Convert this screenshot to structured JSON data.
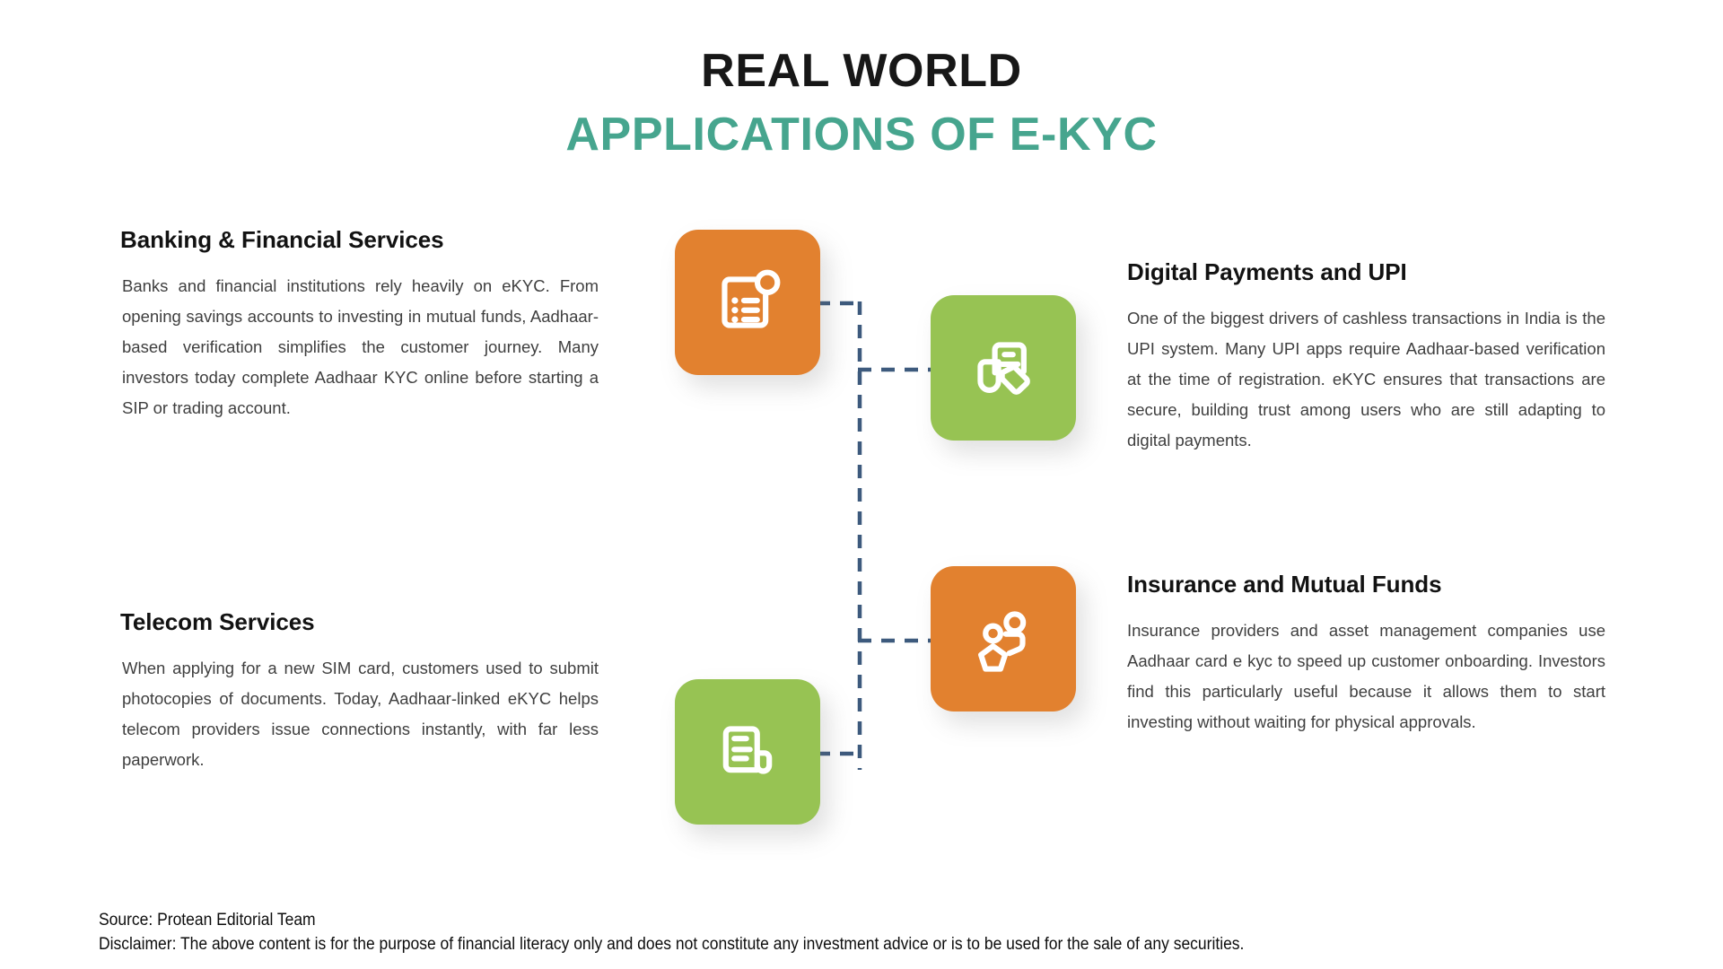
{
  "title": {
    "line1": "REAL WORLD",
    "line2": "APPLICATIONS OF E-KYC"
  },
  "colors": {
    "title_dark": "#171717",
    "title_accent": "#46a58e",
    "orange": "#e2812f",
    "green": "#97c353",
    "connector": "#3d5a7d",
    "body_text": "#3f3f3f"
  },
  "sections": [
    {
      "id": "banking",
      "heading": "Banking & Financial Services",
      "body": "Banks and financial institutions rely heavily on eKYC. From opening savings accounts to investing in mutual funds, Aadhaar-based verification simplifies the customer journey. Many investors today complete Aadhaar KYC online before starting a SIP or trading account.",
      "icon": "document-checklist-icon",
      "tile_color": "#e2812f",
      "side": "left"
    },
    {
      "id": "upi",
      "heading": "Digital Payments and UPI",
      "body": "One of the biggest drivers of cashless transactions in India is the UPI system. Many UPI apps require Aadhaar-based verification at the time of registration. eKYC ensures that transactions are secure, building trust among users who are still adapting to digital payments.",
      "icon": "document-tag-icon",
      "tile_color": "#97c353",
      "side": "right"
    },
    {
      "id": "insurance",
      "heading": "Insurance and Mutual Funds",
      "body": "Insurance providers and asset management companies use Aadhaar card e kyc to speed up customer onboarding. Investors find this particularly useful because it allows them to start investing without waiting for physical approvals.",
      "icon": "users-group-icon",
      "tile_color": "#e2812f",
      "side": "right"
    },
    {
      "id": "telecom",
      "heading": "Telecom Services",
      "body": "When applying for a new SIM card, customers used to submit photocopies of documents. Today, Aadhaar-linked eKYC helps telecom providers issue connections instantly, with far less paperwork.",
      "icon": "document-receipt-icon",
      "tile_color": "#97c353",
      "side": "left"
    }
  ],
  "footer": {
    "source": "Source: Protean Editorial Team",
    "disclaimer": "Disclaimer: The above content is for the purpose of financial literacy only and does not constitute any investment advice or is to be used for the sale of any securities."
  }
}
